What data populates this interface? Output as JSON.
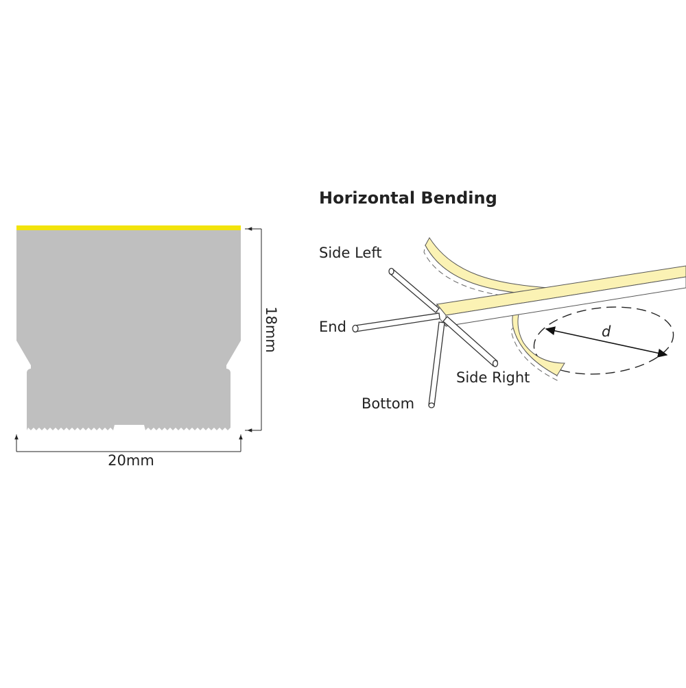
{
  "profile": {
    "width_label": "20mm",
    "height_label": "18mm",
    "body_color": "#bfbfbf",
    "emitter_color": "#f2e30c"
  },
  "bending": {
    "title": "Horizontal Bending",
    "labels": {
      "side_left": "Side Left",
      "end": "End",
      "side_right": "Side Right",
      "bottom": "Bottom",
      "diameter": "d"
    },
    "strip_color": "#fbf2b4"
  }
}
